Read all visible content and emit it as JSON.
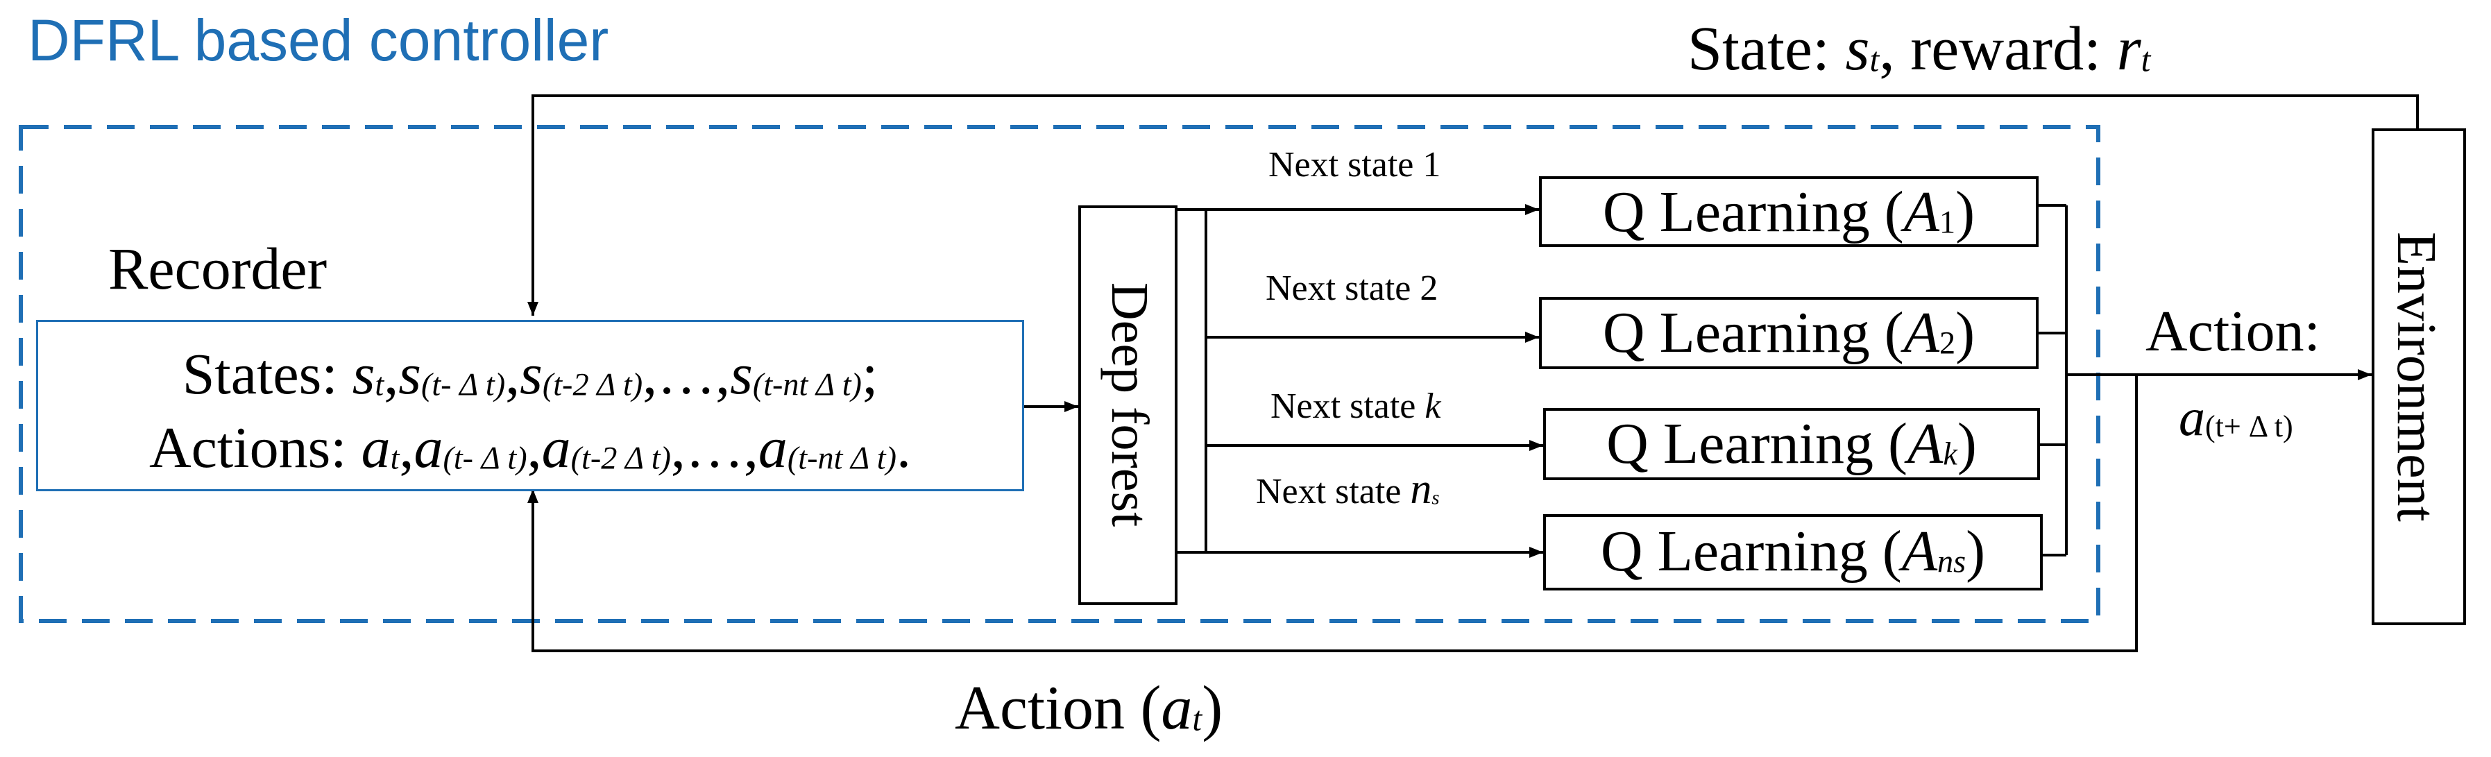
{
  "controller_title": "DFRL based controller",
  "feedback_top": {
    "prefix": "State: ",
    "state_var": "s",
    "state_sub": "t",
    "mid": ", reward: ",
    "reward_var": "r",
    "reward_sub": "t"
  },
  "recorder": {
    "title": "Recorder",
    "states_line": {
      "label": "States: ",
      "parts": [
        {
          "var": "s",
          "sub": "t",
          "sep": ","
        },
        {
          "var": "s",
          "sub": "(t- Δ t)",
          "sep": ","
        },
        {
          "var": "s",
          "sub": "(t-2 Δ t)",
          "sep": ",…,"
        },
        {
          "var": "s",
          "sub": "(t-nt Δ t)",
          "sep": ";"
        }
      ]
    },
    "actions_line": {
      "label": "Actions: ",
      "parts": [
        {
          "var": "a",
          "sub": "t",
          "sep": ","
        },
        {
          "var": "a",
          "sub": "(t- Δ t)",
          "sep": ","
        },
        {
          "var": "a",
          "sub": "(t-2 Δ t)",
          "sep": ",…,"
        },
        {
          "var": "a",
          "sub": "(t-nt Δ t)",
          "sep": "."
        }
      ]
    }
  },
  "deep_forest_label": "Deep forest",
  "branches": [
    {
      "label": "Next state  1",
      "q_prefix": "Q Learning (",
      "q_var": "A",
      "q_sub": "1",
      "q_suffix": ")"
    },
    {
      "label": "Next state  2",
      "q_prefix": "Q Learning (",
      "q_var": "A",
      "q_sub": "2",
      "q_suffix": ")"
    },
    {
      "label": "Next state  ",
      "label_var": "k",
      "q_prefix": "Q Learning (",
      "q_var": "A",
      "q_sub": "k",
      "q_suffix": ")"
    },
    {
      "label": "Next state  ",
      "label_var": "n",
      "label_sub": "s",
      "q_prefix": "Q Learning (",
      "q_var": "A",
      "q_sub": "ns",
      "q_suffix": ")"
    }
  ],
  "action_out": {
    "label": "Action:",
    "var": "a",
    "sub": "(t+ Δ t)"
  },
  "environment_label": "Environment",
  "feedback_bottom": {
    "prefix": "Action (",
    "var": "a",
    "sub": "t",
    "suffix": ")"
  },
  "colors": {
    "dashed_border": "#1F6FB5",
    "recorder_border": "#1F6FB5",
    "title": "#1F6FB5",
    "lines": "#000000"
  }
}
